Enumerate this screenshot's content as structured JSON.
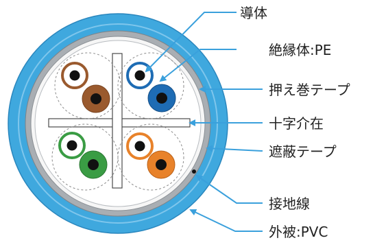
{
  "labels": {
    "conductor": "導体",
    "insulation": "絶縁体:PE",
    "binder_tape": "押え巻テープ",
    "cross_separator": "十字介在",
    "shield_tape": "遮蔽テープ",
    "drain_wire": "接地線",
    "jacket": "外被:PVC"
  },
  "colors": {
    "jacket": "#3fa8de",
    "shield": "#9a9fa4",
    "arrow": "#3aa0dc",
    "pair_brown": "#9a5a2e",
    "pair_blue": "#1e6cb4",
    "pair_green": "#3a9c44",
    "pair_orange": "#e8822a"
  },
  "pairs": [
    {
      "color_name": "brown"
    },
    {
      "color_name": "blue"
    },
    {
      "color_name": "green"
    },
    {
      "color_name": "orange"
    }
  ]
}
